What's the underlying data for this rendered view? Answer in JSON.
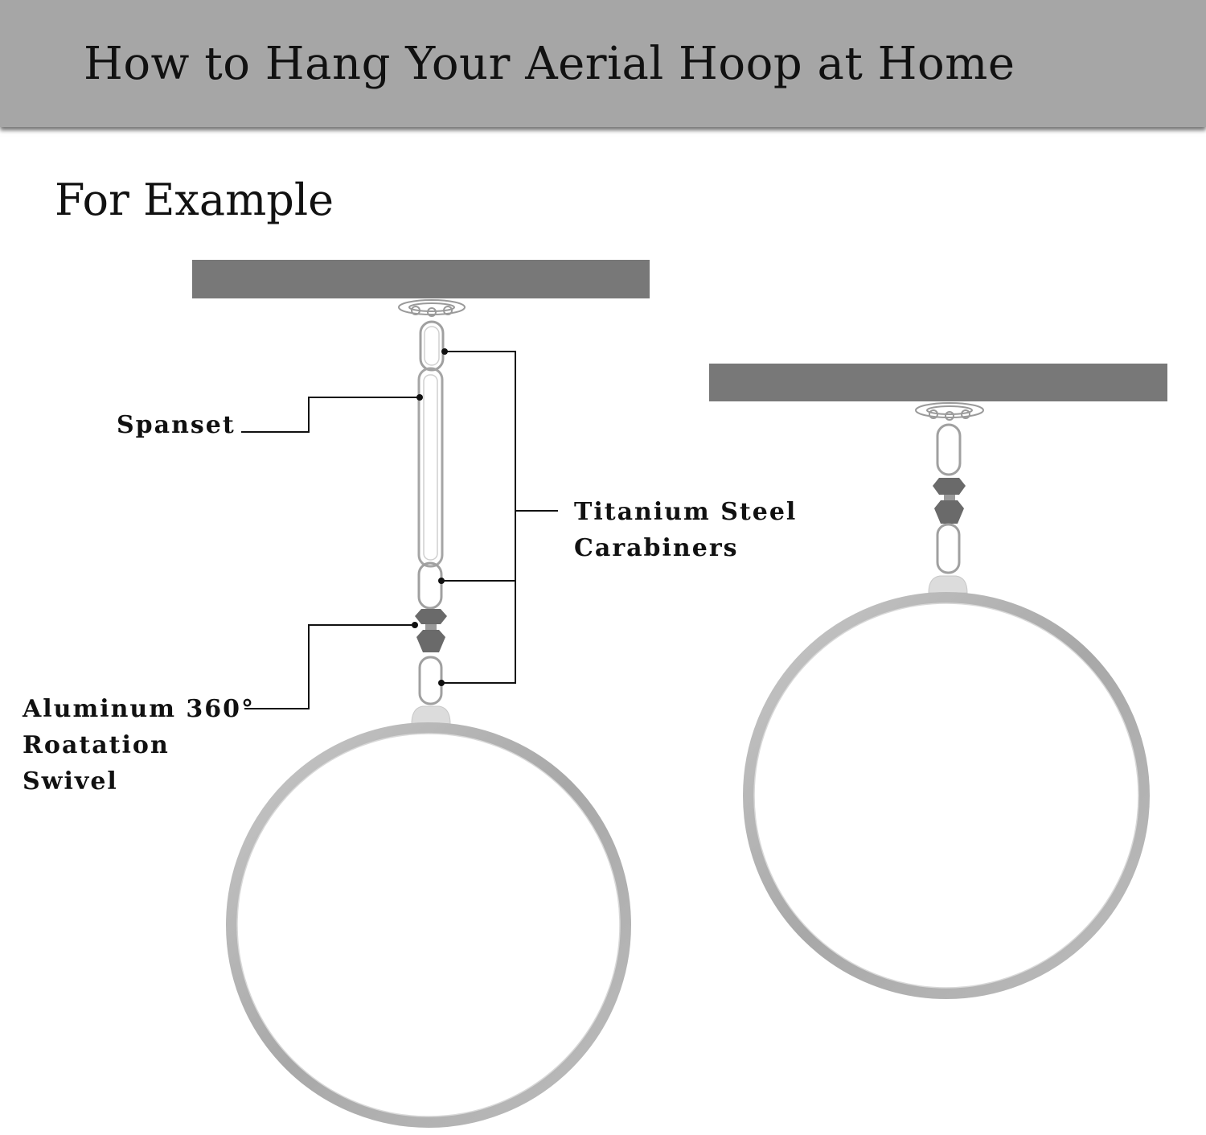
{
  "header": {
    "title": "How to Hang Your Aerial Hoop at Home",
    "background": "#a6a6a6"
  },
  "subtitle": "For Example",
  "labels": {
    "spanset": "Spanset",
    "carabiners_line1": "Titanium Steel",
    "carabiners_line2": "Carabiners",
    "swivel_line1": "Aluminum 360°",
    "swivel_line2": "Roatation",
    "swivel_line3": "Swivel"
  },
  "colors": {
    "beam": "#787878",
    "hoop": "#b0b0b0",
    "swivel": "#6a6a6a",
    "leader_line": "#111111"
  }
}
